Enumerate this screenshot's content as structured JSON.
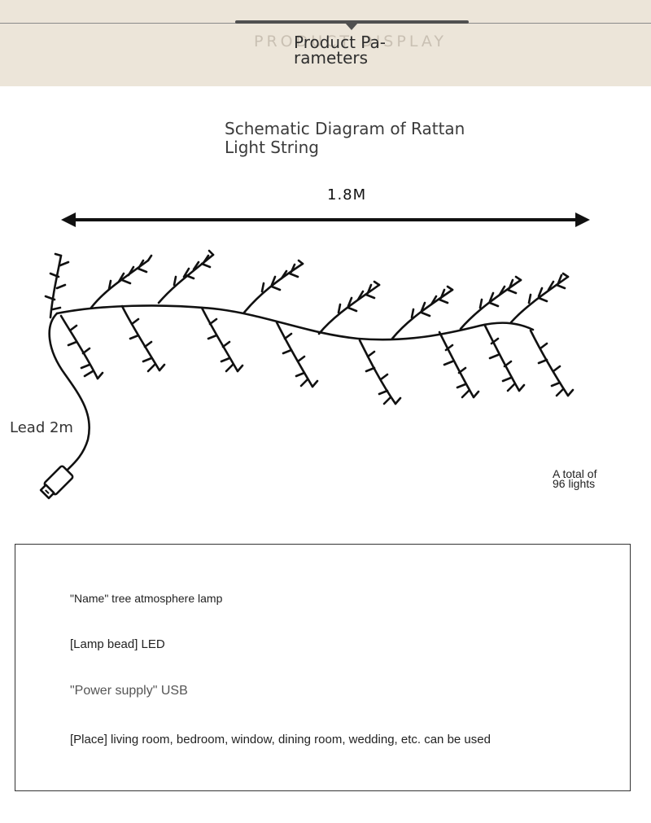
{
  "header": {
    "ghost_text": "PRODUCT DISPLAY",
    "title": "Product Pa-\nrameters"
  },
  "diagram": {
    "title": "Schematic Diagram of Rattan\nLight String",
    "length_label": "1.8M",
    "lead_label": "Lead 2m",
    "lights_label": "A total of\n96 lights"
  },
  "params": {
    "name": "\"Name\" tree atmosphere lamp",
    "lamp_bead": "[Lamp bead] LED",
    "power_supply": "\"Power supply\" USB",
    "place": "[Place] living room, bedroom, window, dining room, wedding, etc. can be used"
  },
  "colors": {
    "header_band": "#ece5d9",
    "line": "#111111"
  }
}
